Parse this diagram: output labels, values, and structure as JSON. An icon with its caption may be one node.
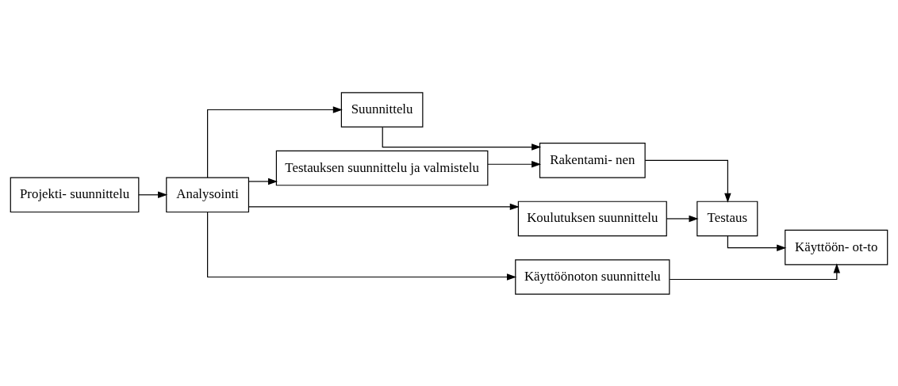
{
  "diagram": {
    "nodes": [
      {
        "text": [
          "Projekti- suunnittelu"
        ]
      },
      {
        "text": [
          "Analysointi"
        ]
      },
      {
        "text": [
          "Suunnittelu"
        ]
      },
      {
        "text": [
          "Rakentami- nen"
        ]
      },
      {
        "text": [
          "Testaus"
        ]
      },
      {
        "text": [
          "Käyttöön- ot-to"
        ]
      },
      {
        "text": [
          "Testauksen suunnittelu ja valmistelu"
        ]
      },
      {
        "text": [
          "Koulutuksen suunnittelu"
        ]
      },
      {
        "text": [
          "Käyttöönoton suunnittelu"
        ]
      }
    ],
    "edges": [
      {
        "from": 0,
        "to": 1,
        "arrow": "to"
      },
      {
        "from": 1,
        "to": 2,
        "arrow": "to"
      },
      {
        "from": 2,
        "to": 3,
        "arrow": "to"
      },
      {
        "from": 3,
        "to": 4,
        "arrow": "to"
      },
      {
        "from": 4,
        "to": 5,
        "arrow": "to"
      },
      {
        "from": 1,
        "to": 6,
        "arrow": "to"
      },
      {
        "from": 1,
        "to": 7,
        "arrow": "to"
      },
      {
        "from": 1,
        "to": 8,
        "arrow": "to"
      },
      {
        "from": 6,
        "to": 3,
        "arrow": "to"
      },
      {
        "from": 7,
        "to": 4,
        "arrow": "to"
      },
      {
        "from": 8,
        "to": 5,
        "arrow": "to"
      }
    ]
  }
}
